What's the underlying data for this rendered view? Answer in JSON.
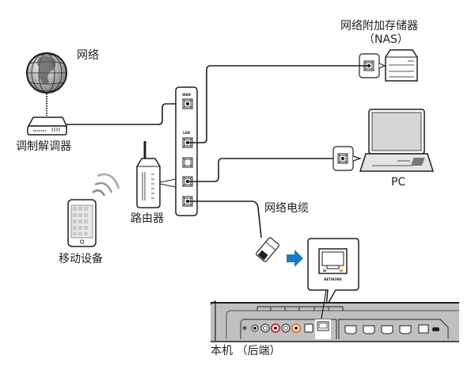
{
  "labels": {
    "internet": "网络",
    "modem": "调制解调器",
    "router": "路由器",
    "mobile": "移动设备",
    "nas_line1": "网络附加存储器",
    "nas_line2": "（NAS）",
    "pc": "PC",
    "cable": "网络电缆",
    "unit_rear": "本机 （后端）"
  },
  "router_panel": {
    "wan_label": "WAN",
    "lan_label": "LAN"
  },
  "callout": {
    "port_label": "NETWORK"
  },
  "colors": {
    "line": "#231f20",
    "device_gray": "#c8c9ca",
    "arrow_blue": "#1f78c1",
    "rca_red": "#d7262d",
    "rca_orange": "#e8791e"
  }
}
